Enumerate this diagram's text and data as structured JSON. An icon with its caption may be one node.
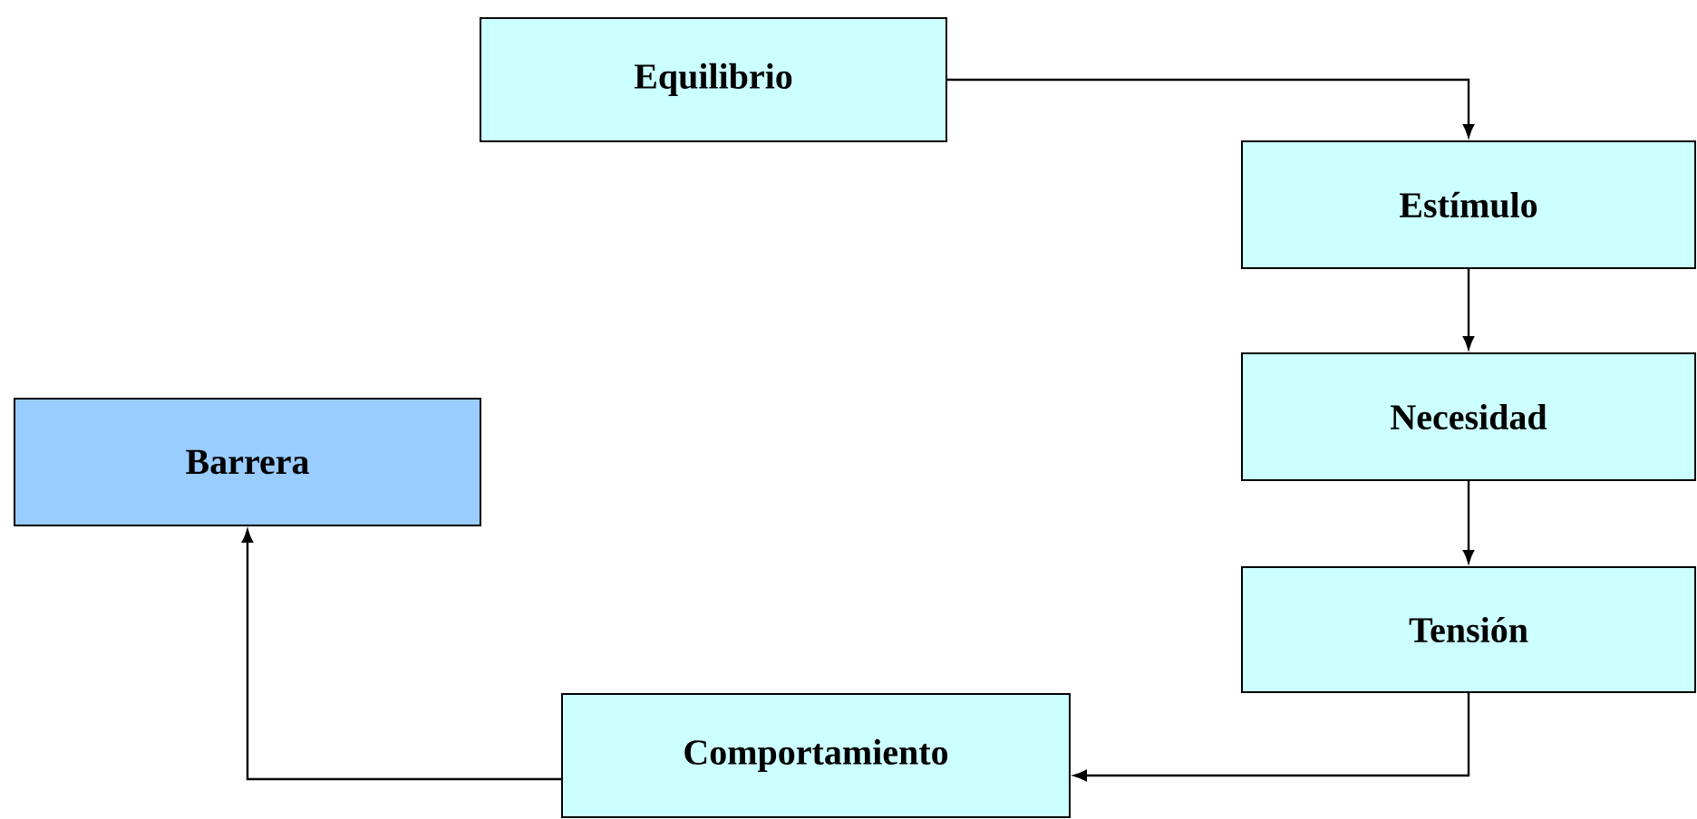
{
  "diagram": {
    "nodes": [
      {
        "text": [
          "Equilibrio"
        ]
      },
      {
        "text": [
          "Estímulo"
        ]
      },
      {
        "text": [
          "Necesidad"
        ]
      },
      {
        "text": [
          "Tensión"
        ]
      },
      {
        "text": [
          "Comportamiento"
        ]
      },
      {
        "text": [
          "Barrera"
        ]
      }
    ],
    "edges": [
      {
        "from": 0,
        "to": 1,
        "arrow": "to"
      },
      {
        "from": 1,
        "to": 2,
        "arrow": "to"
      },
      {
        "from": 2,
        "to": 3,
        "arrow": "to"
      },
      {
        "from": 3,
        "to": 4,
        "arrow": "to"
      },
      {
        "from": 4,
        "to": 5,
        "arrow": "to"
      }
    ]
  }
}
